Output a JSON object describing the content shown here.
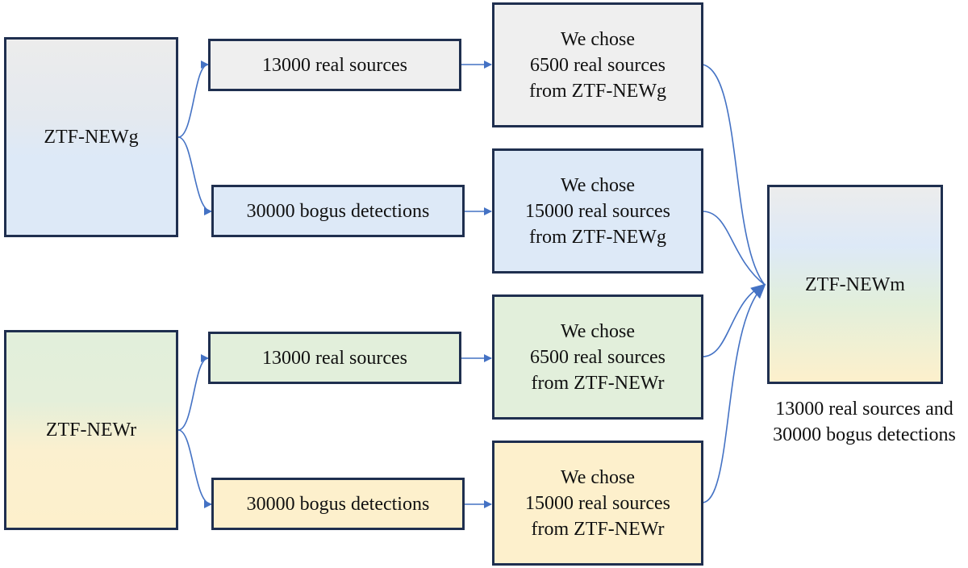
{
  "sources": {
    "g": {
      "label": "ZTF-NEWg"
    },
    "r": {
      "label": "ZTF-NEWr"
    }
  },
  "split": {
    "g_real": "13000 real sources",
    "g_bogus": "30000 bogus detections",
    "r_real": "13000 real sources",
    "r_bogus": "30000 bogus detections"
  },
  "chosen": {
    "g_real": [
      "We chose",
      "6500 real sources",
      "from ZTF-NEWg"
    ],
    "g_bogus": [
      "We chose",
      "15000 real sources",
      "from ZTF-NEWg"
    ],
    "r_real": [
      "We chose",
      "6500 real sources",
      "from ZTF-NEWr"
    ],
    "r_bogus": [
      "We chose",
      "15000 real sources",
      "from ZTF-NEWr"
    ]
  },
  "merged": {
    "label": "ZTF-NEWm",
    "caption": [
      "13000 real sources and",
      "30000 bogus detections"
    ]
  },
  "colors": {
    "arrow": "#4472c4",
    "border": "#1f2f4f"
  }
}
